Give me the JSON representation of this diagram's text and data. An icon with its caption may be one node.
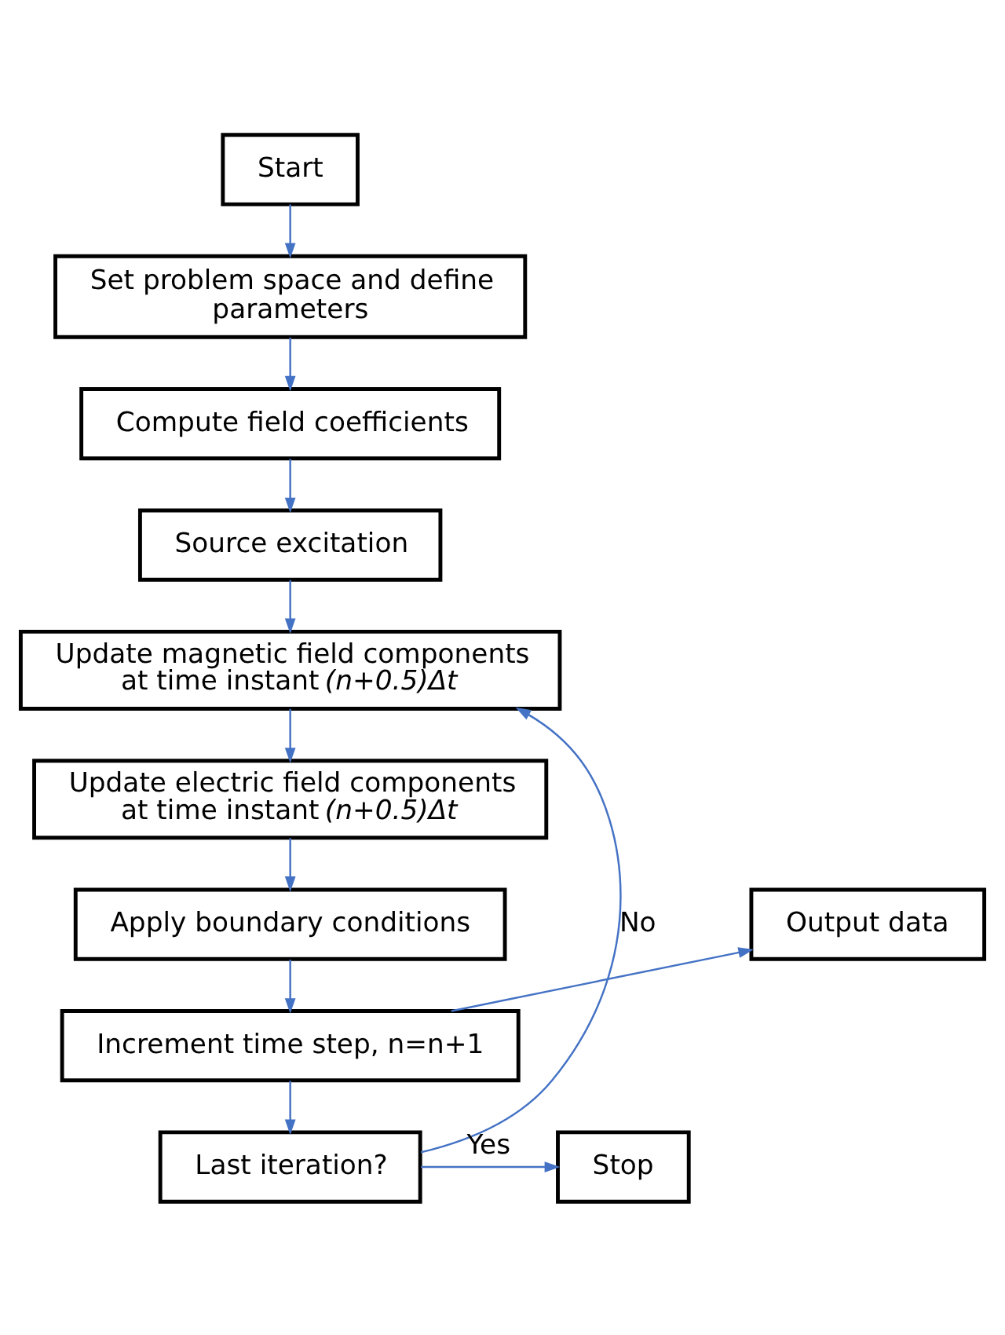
{
  "diagram": {
    "nodes": [
      {
        "text": [
          "Start"
        ]
      },
      {
        "text": [
          "Set problem space and define parameters"
        ]
      },
      {
        "text": [
          "Compute field coefficients"
        ]
      },
      {
        "text": [
          "Source excitation"
        ]
      },
      {
        "text": [
          "Update magnetic field components at time instant *(n+0.5)Δt*"
        ]
      },
      {
        "text": [
          "Update electric field components at time instant *(n+0.5)Δt*"
        ]
      },
      {
        "text": [
          "Output data"
        ]
      },
      {
        "text": [
          "Apply boundary conditions"
        ]
      },
      {
        "text": [
          "Increment time step, n=n+1"
        ]
      },
      {
        "text": [
          "Stop"
        ]
      },
      {
        "text": [
          "Last iteration?"
        ]
      }
    ],
    "edges": [
      {
        "from": 0,
        "to": 1,
        "arrow": "to"
      },
      {
        "from": 1,
        "to": 2,
        "arrow": "to"
      },
      {
        "from": 2,
        "to": 3,
        "arrow": "to"
      },
      {
        "from": 3,
        "to": 4,
        "arrow": "to"
      },
      {
        "from": 4,
        "to": 5,
        "arrow": "to"
      },
      {
        "from": 5,
        "to": 7,
        "arrow": "to"
      },
      {
        "from": 7,
        "to": 8,
        "arrow": "to"
      },
      {
        "from": 8,
        "to": 6,
        "arrow": "to"
      },
      {
        "from": 8,
        "to": 10,
        "arrow": "to"
      },
      {
        "from": 10,
        "to": 9,
        "arrow": "to",
        "label": "Yes"
      },
      {
        "from": 10,
        "to": 4,
        "arrow": "to",
        "label": "No"
      }
    ]
  }
}
